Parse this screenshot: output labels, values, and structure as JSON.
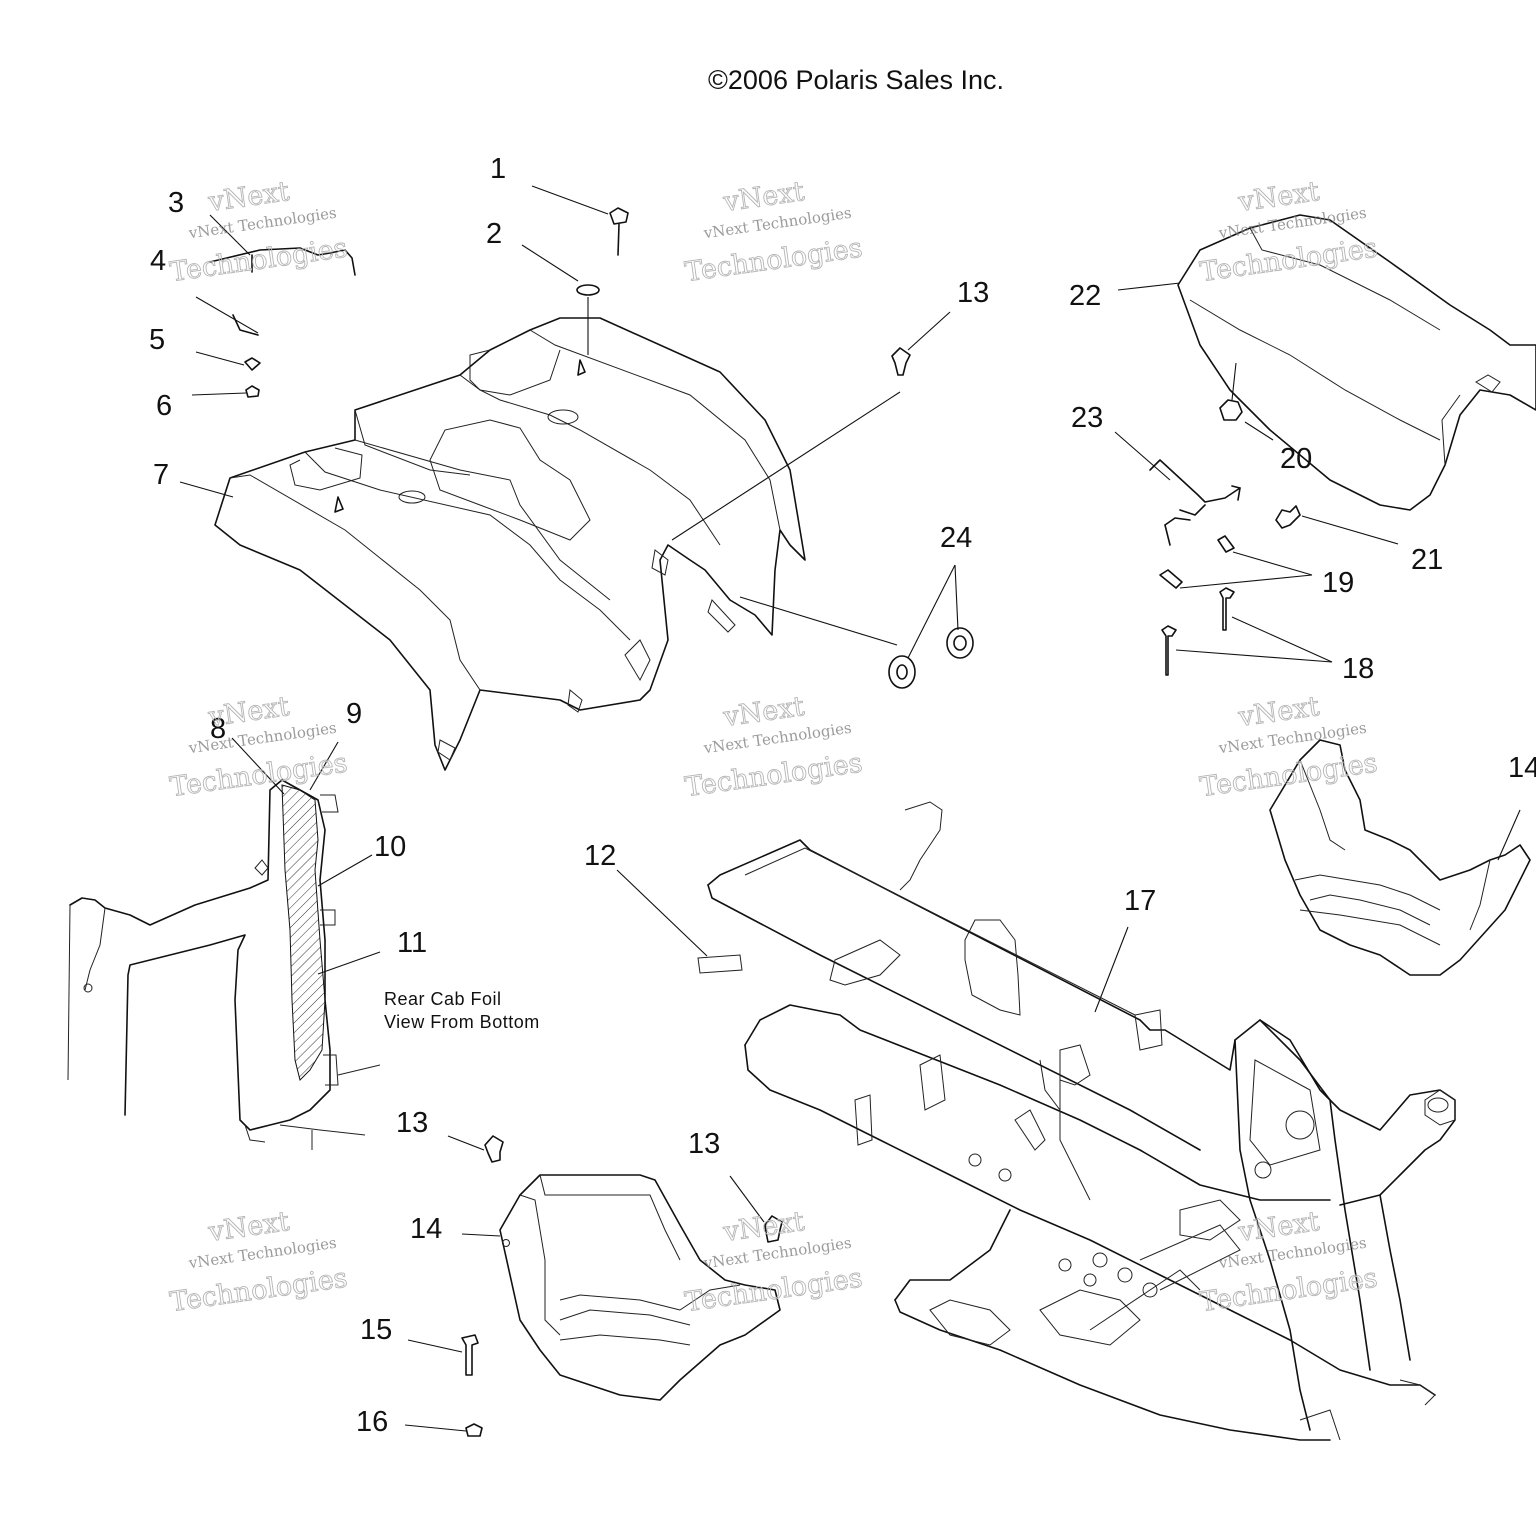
{
  "copyright": "©2006 Polaris Sales Inc.",
  "caption": {
    "line1": "Rear Cab Foil",
    "line2": "View From Bottom"
  },
  "watermark": {
    "line1": "vNext",
    "line2": "vNext Technologies",
    "line3": "Technologies"
  },
  "callouts": {
    "c1": "1",
    "c2": "2",
    "c3": "3",
    "c4": "4",
    "c5": "5",
    "c6": "6",
    "c7": "7",
    "c8": "8",
    "c9": "9",
    "c10": "10",
    "c11": "11",
    "c12": "12",
    "c13a": "13",
    "c13b": "13",
    "c13c": "13",
    "c14a": "14",
    "c14b": "14",
    "c15": "15",
    "c16": "16",
    "c17": "17",
    "c18": "18",
    "c19": "19",
    "c20": "20",
    "c21": "21",
    "c22": "22",
    "c23": "23",
    "c24": "24"
  }
}
